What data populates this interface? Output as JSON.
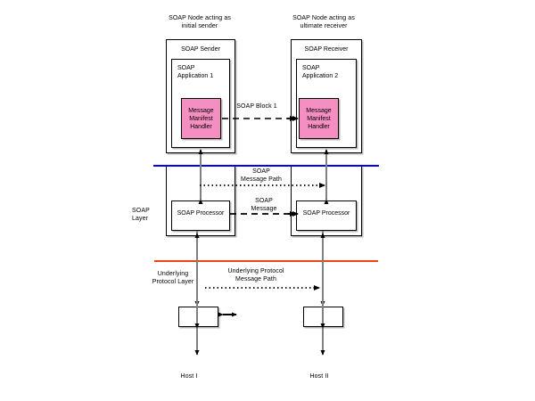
{
  "diagram": {
    "title_left": "SOAP Node acting as\ninitial sender",
    "title_right": "SOAP Node acting as\nultimate receiver",
    "sender_box_label": "SOAP Sender",
    "receiver_box_label": "SOAP Receiver",
    "app1_label": "SOAP\nApplication 1",
    "app2_label": "SOAP\nApplication 2",
    "handler1_label": "Message\nManifest\nHandler",
    "handler2_label": "Message\nManifest\nHandler",
    "soap_block_label": "SOAP Block 1",
    "soap_message_path_label": "SOAP\nMessage Path",
    "soap_message_label": "SOAP\nMessage",
    "soap_layer_label": "SOAP\nLayer",
    "processor1_label": "SOAP\nProcessor",
    "processor2_label": "SOAP\nProcessor",
    "underlying_protocol_layer_label": "Underlying\nProtocol Layer",
    "underlying_protocol_message_path_label": "Underlying Protocol\nMessage Path",
    "host1_label": "Host I",
    "host2_label": "Host II",
    "colors": {
      "soap_layer_line": "#0000ee",
      "underlying_protocol_line": "#ef4211",
      "handler_fill": "#f58fc2",
      "outline": "#000000",
      "shadow": "#b8b8b8"
    }
  }
}
